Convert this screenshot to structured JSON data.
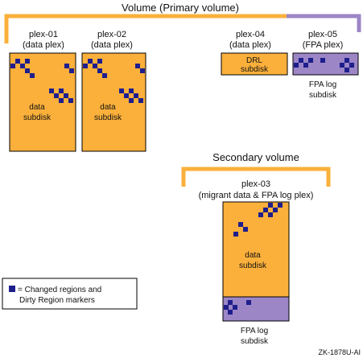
{
  "colors": {
    "orange": "#FBB03B",
    "purple": "#9C86C6",
    "marker": "#1E1E8C",
    "outline": "#000000"
  },
  "primary": {
    "title": "Volume (Primary volume)",
    "plexes": [
      {
        "name": "plex-01",
        "type": "(data plex)",
        "subdisk": [
          "data",
          "subdisk"
        ]
      },
      {
        "name": "plex-02",
        "type": "(data plex)",
        "subdisk": [
          "data",
          "subdisk"
        ]
      },
      {
        "name": "plex-04",
        "type": "(data plex)",
        "subdisk": [
          "DRL",
          "subdisk"
        ]
      },
      {
        "name": "plex-05",
        "type": "(FPA plex)",
        "subdisk": [
          "FPA log",
          "subdisk"
        ]
      }
    ]
  },
  "secondary": {
    "title": "Secondary volume",
    "plex": {
      "name": "plex-03",
      "type": "(migrant data & FPA log plex)",
      "data_subdisk": [
        "data",
        "subdisk"
      ],
      "log_subdisk": [
        "FPA log",
        "subdisk"
      ]
    }
  },
  "legend": {
    "lines": [
      "= Changed regions and",
      "Dirty Region markers"
    ]
  },
  "figure_id": "ZK-1878U-AI"
}
